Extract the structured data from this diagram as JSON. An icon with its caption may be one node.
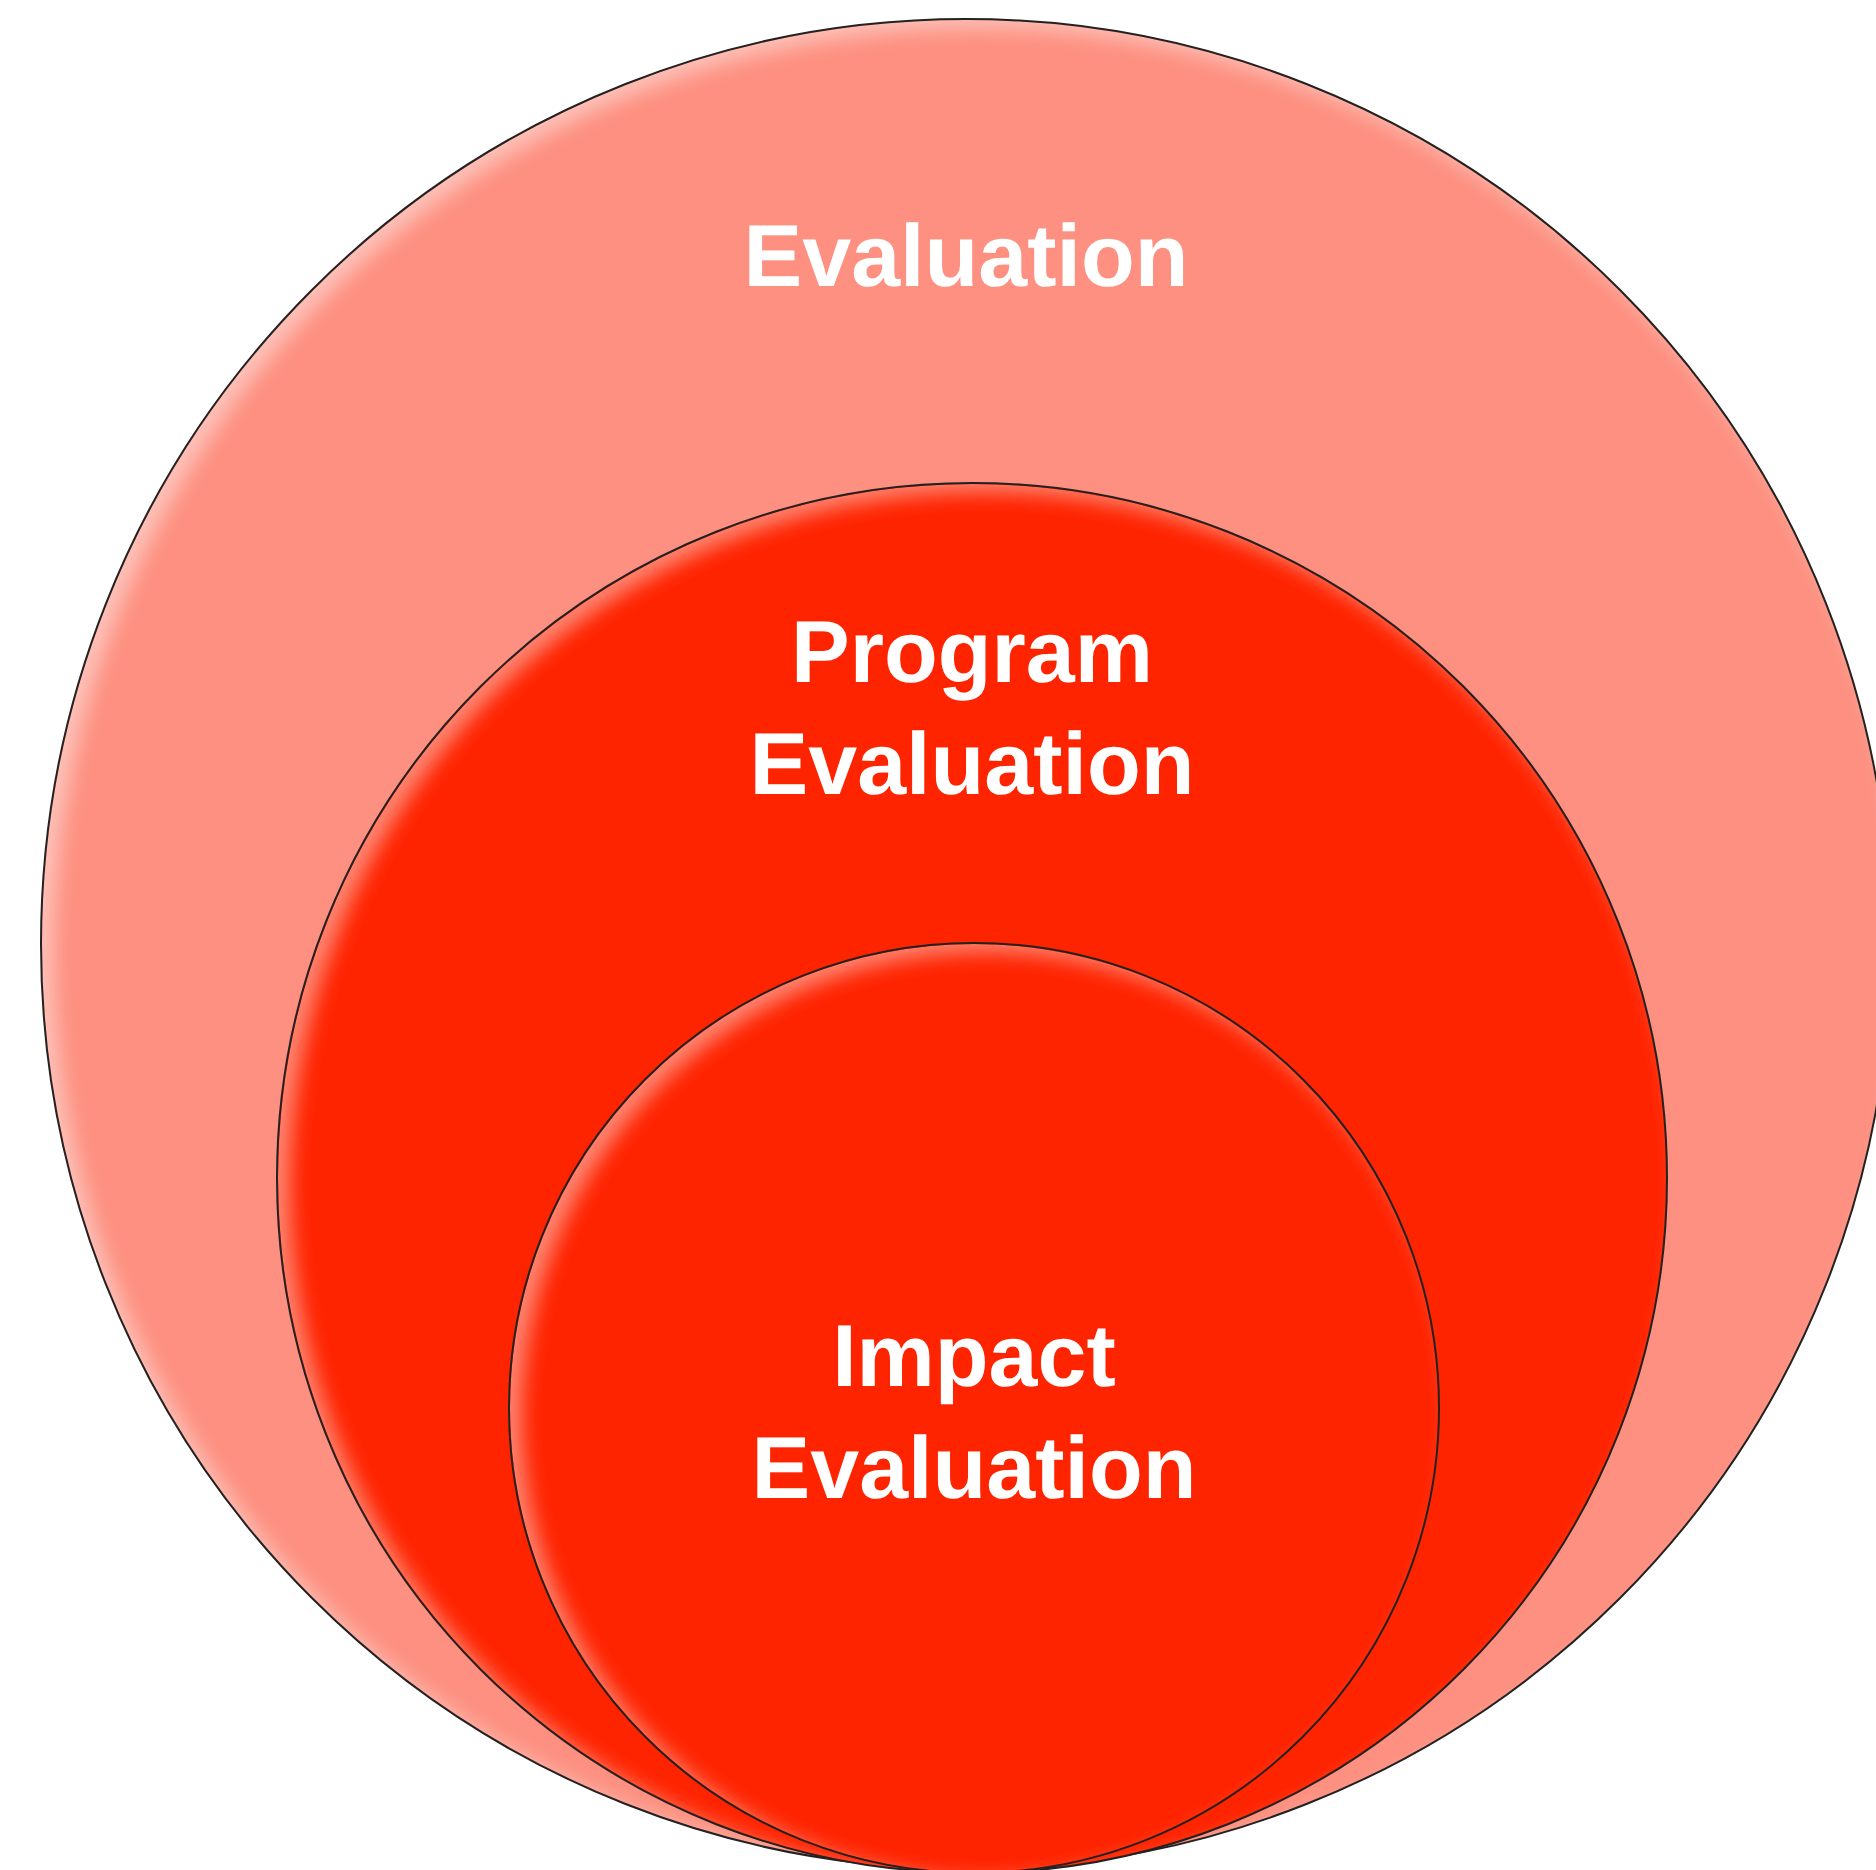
{
  "diagram": {
    "nodes": [
      {
        "text": [
          "Evaluation"
        ]
      },
      {
        "text": [
          "Program Evaluation"
        ],
        "in": 0
      },
      {
        "text": [
          "Impact Evaluation"
        ],
        "in": 1
      }
    ]
  }
}
